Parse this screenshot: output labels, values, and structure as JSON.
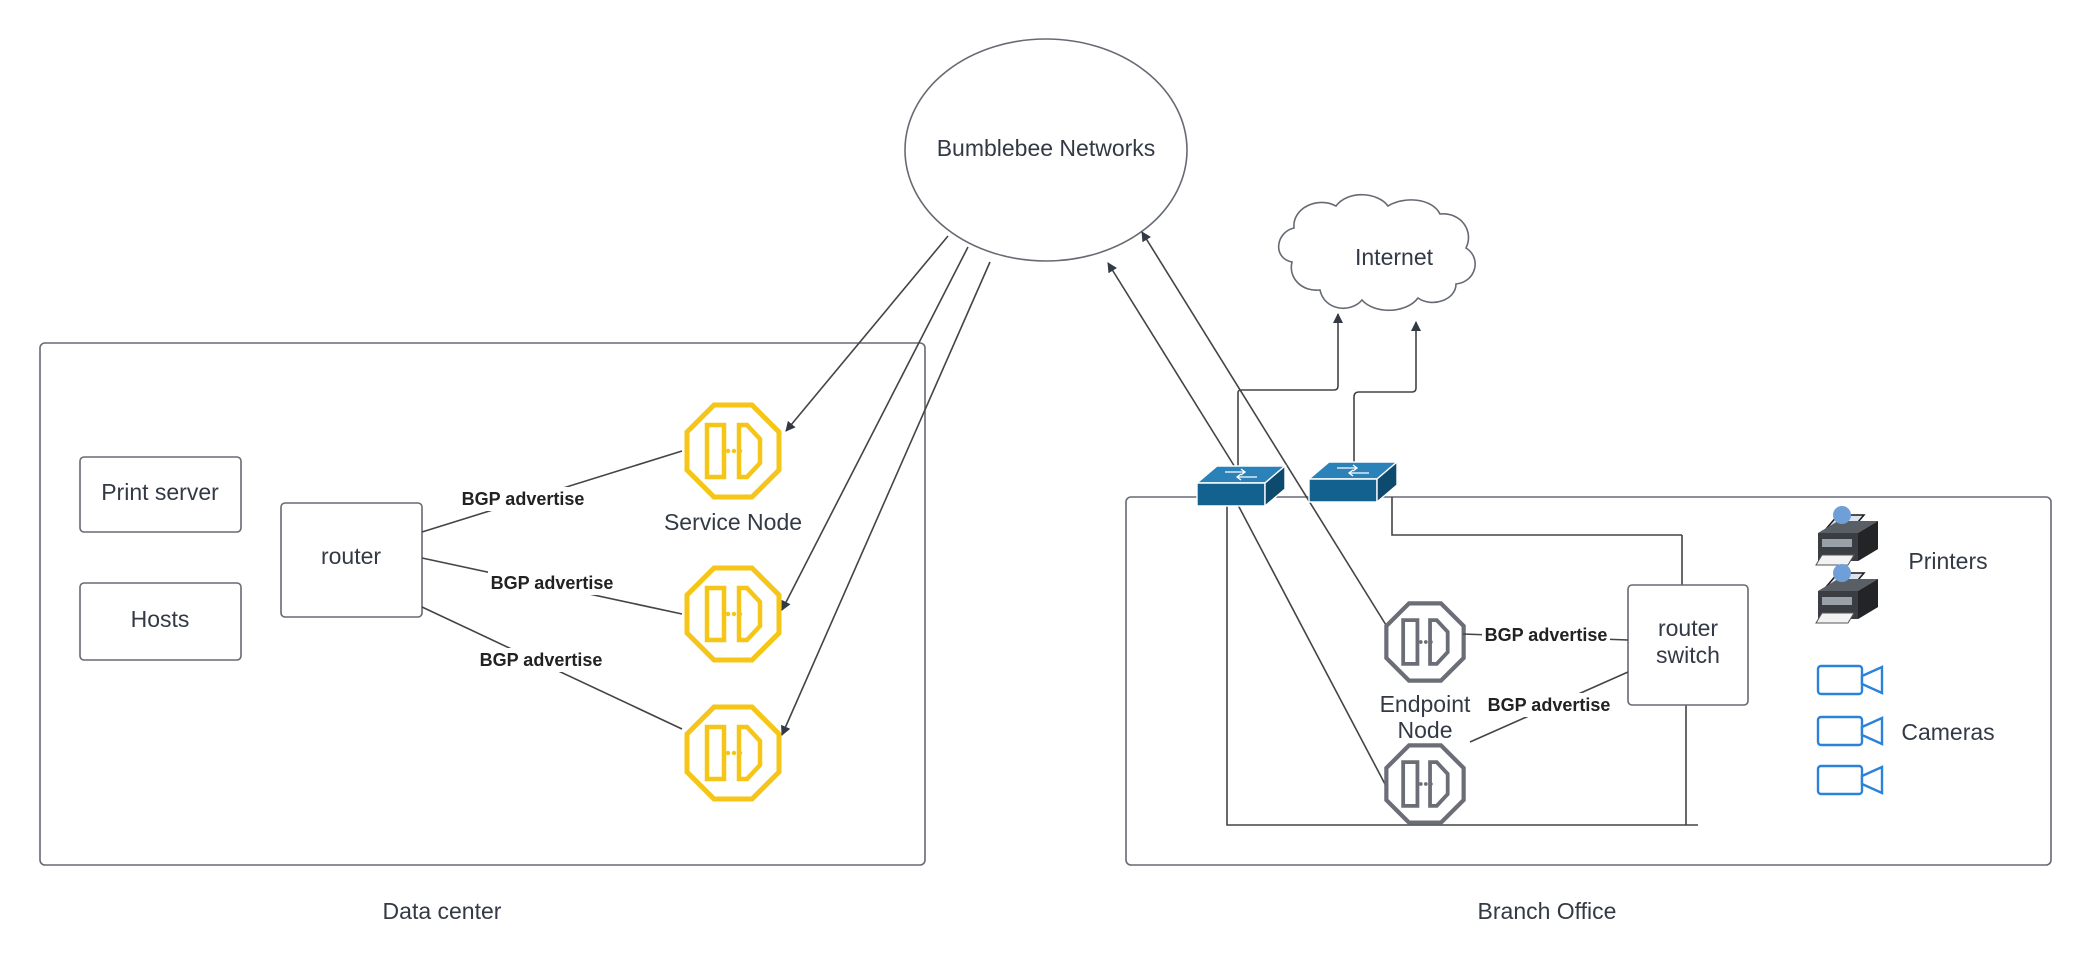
{
  "diagram": {
    "bumblebee": "Bumblebee Networks",
    "internet": "Internet",
    "data_center": {
      "title": "Data center",
      "print_server": "Print server",
      "hosts": "Hosts",
      "router": "router",
      "service_node": "Service Node",
      "bgp_labels": [
        "BGP advertise",
        "BGP advertise",
        "BGP advertise"
      ]
    },
    "branch_office": {
      "title": "Branch Office",
      "router_switch_line1": "router",
      "router_switch_line2": "switch",
      "endpoint_node_line1": "Endpoint",
      "endpoint_node_line2": "Node",
      "bgp_labels": [
        "BGP advertise",
        "BGP advertise"
      ],
      "printers": "Printers",
      "cameras": "Cameras"
    },
    "icons": {
      "service_node": "service-node-octagon-icon",
      "endpoint_node": "endpoint-node-octagon-icon",
      "switch": "network-switch-icon",
      "printer": "printer-icon",
      "camera": "video-camera-icon",
      "cloud": "cloud-icon"
    },
    "colors": {
      "service_node": "#f5c518",
      "endpoint_node": "#6b6e76",
      "switch": "#1b6a9a",
      "camera": "#2b82d9",
      "stroke": "#666a72"
    }
  }
}
